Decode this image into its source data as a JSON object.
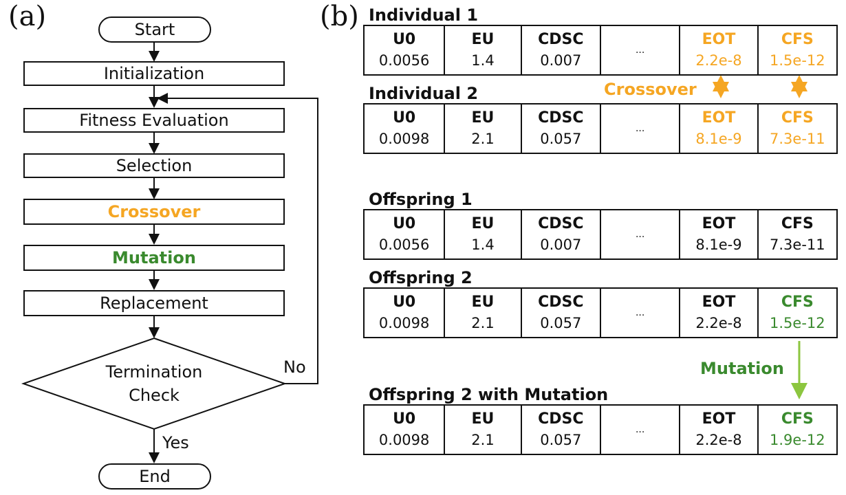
{
  "panel_a": {
    "label": "(a)",
    "start": "Start",
    "steps": [
      "Initialization",
      "Fitness Evaluation",
      "Selection",
      "Crossover",
      "Mutation",
      "Replacement"
    ],
    "decision": "Termination\nCheck",
    "no_label": "No",
    "yes_label": "Yes",
    "end": "End"
  },
  "panel_b": {
    "label": "(b)",
    "genes": [
      "U0",
      "EU",
      "CDSC",
      "...",
      "EOT",
      "CFS"
    ],
    "rows": [
      {
        "title": "Individual 1",
        "values": [
          "0.0056",
          "1.4",
          "0.007",
          "...",
          "2.2e-8",
          "1.5e-12"
        ],
        "highlight": [
          "",
          "",
          "",
          "",
          "orange",
          "orange"
        ]
      },
      {
        "title": "Individual 2",
        "values": [
          "0.0098",
          "2.1",
          "0.057",
          "...",
          "8.1e-9",
          "7.3e-11"
        ],
        "highlight": [
          "",
          "",
          "",
          "",
          "orange",
          "orange"
        ]
      },
      {
        "title": "Offspring 1",
        "values": [
          "0.0056",
          "1.4",
          "0.007",
          "...",
          "8.1e-9",
          "7.3e-11"
        ],
        "highlight": [
          "",
          "",
          "",
          "",
          "",
          ""
        ]
      },
      {
        "title": "Offspring 2",
        "values": [
          "0.0098",
          "2.1",
          "0.057",
          "...",
          "2.2e-8",
          "1.5e-12"
        ],
        "highlight": [
          "",
          "",
          "",
          "",
          "",
          "green"
        ]
      },
      {
        "title": "Offspring 2 with Mutation",
        "values": [
          "0.0098",
          "2.1",
          "0.057",
          "...",
          "2.2e-8",
          "1.9e-12"
        ],
        "highlight": [
          "",
          "",
          "",
          "",
          "",
          "green"
        ]
      }
    ],
    "crossover_label": "Crossover",
    "mutation_label": "Mutation"
  },
  "colors": {
    "orange": "#f5a623",
    "green": "#3a8a2e",
    "light_green": "#8cc63f",
    "line": "#111111"
  }
}
